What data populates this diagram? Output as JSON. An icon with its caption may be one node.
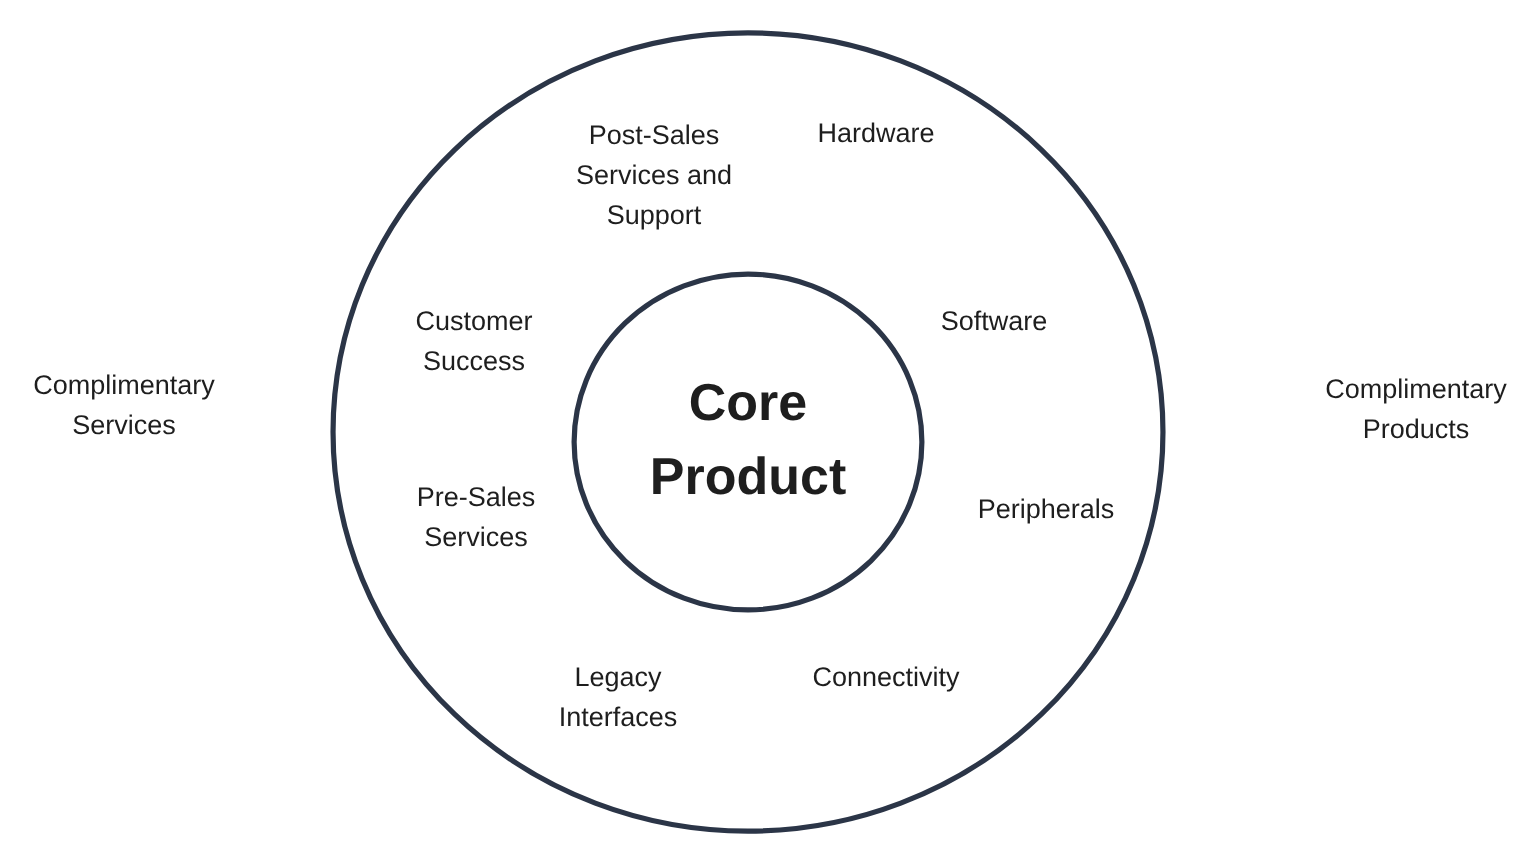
{
  "diagram": {
    "nodes": [
      {
        "text": [
          "Post-Sales Services and Support",
          "Hardware",
          "Customer Success",
          "Software",
          "Pre-Sales Services",
          "Peripherals",
          "Legacy Interfaces",
          "Connectivity"
        ]
      },
      {
        "text": [
          "Core Product"
        ],
        "in": 0
      }
    ],
    "labels": [
      "Complimentary Services",
      "Complimentary Products"
    ]
  }
}
